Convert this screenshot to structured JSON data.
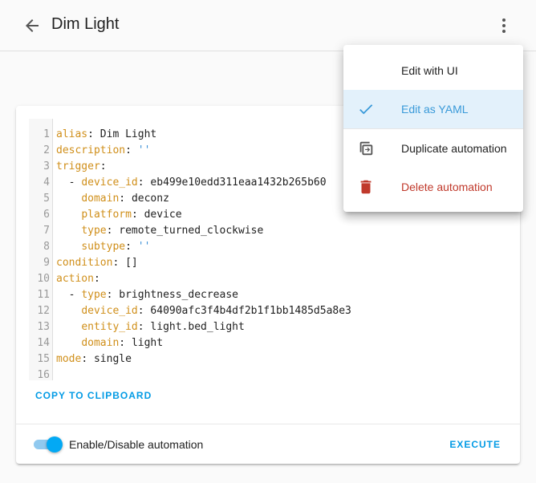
{
  "header": {
    "title": "Dim Light",
    "back_icon": "arrow-left-icon",
    "menu_icon": "dots-vertical-icon"
  },
  "editor": {
    "line_numbers": [
      "1",
      "2",
      "3",
      "4",
      "5",
      "6",
      "7",
      "8",
      "9",
      "10",
      "11",
      "12",
      "13",
      "14",
      "15",
      "16"
    ],
    "lines": [
      [
        {
          "t": "key",
          "v": "alias"
        },
        {
          "t": "punct",
          "v": ": "
        },
        {
          "t": "val",
          "v": "Dim Light"
        }
      ],
      [
        {
          "t": "key",
          "v": "description"
        },
        {
          "t": "punct",
          "v": ": "
        },
        {
          "t": "str",
          "v": "''"
        }
      ],
      [
        {
          "t": "key",
          "v": "trigger"
        },
        {
          "t": "punct",
          "v": ":"
        }
      ],
      [
        {
          "t": "punct",
          "v": "  - "
        },
        {
          "t": "key",
          "v": "device_id"
        },
        {
          "t": "punct",
          "v": ": "
        },
        {
          "t": "val",
          "v": "eb499e10edd311eaa1432b265b60"
        }
      ],
      [
        {
          "t": "punct",
          "v": "    "
        },
        {
          "t": "key",
          "v": "domain"
        },
        {
          "t": "punct",
          "v": ": "
        },
        {
          "t": "val",
          "v": "deconz"
        }
      ],
      [
        {
          "t": "punct",
          "v": "    "
        },
        {
          "t": "key",
          "v": "platform"
        },
        {
          "t": "punct",
          "v": ": "
        },
        {
          "t": "val",
          "v": "device"
        }
      ],
      [
        {
          "t": "punct",
          "v": "    "
        },
        {
          "t": "key",
          "v": "type"
        },
        {
          "t": "punct",
          "v": ": "
        },
        {
          "t": "val",
          "v": "remote_turned_clockwise"
        }
      ],
      [
        {
          "t": "punct",
          "v": "    "
        },
        {
          "t": "key",
          "v": "subtype"
        },
        {
          "t": "punct",
          "v": ": "
        },
        {
          "t": "str",
          "v": "''"
        }
      ],
      [
        {
          "t": "key",
          "v": "condition"
        },
        {
          "t": "punct",
          "v": ": "
        },
        {
          "t": "val",
          "v": "[]"
        }
      ],
      [
        {
          "t": "key",
          "v": "action"
        },
        {
          "t": "punct",
          "v": ":"
        }
      ],
      [
        {
          "t": "punct",
          "v": "  - "
        },
        {
          "t": "key",
          "v": "type"
        },
        {
          "t": "punct",
          "v": ": "
        },
        {
          "t": "val",
          "v": "brightness_decrease"
        }
      ],
      [
        {
          "t": "punct",
          "v": "    "
        },
        {
          "t": "key",
          "v": "device_id"
        },
        {
          "t": "punct",
          "v": ": "
        },
        {
          "t": "val",
          "v": "64090afc3f4b4df2b1f1bb1485d5a8e3"
        }
      ],
      [
        {
          "t": "punct",
          "v": "    "
        },
        {
          "t": "key",
          "v": "entity_id"
        },
        {
          "t": "punct",
          "v": ": "
        },
        {
          "t": "val",
          "v": "light.bed_light"
        }
      ],
      [
        {
          "t": "punct",
          "v": "    "
        },
        {
          "t": "key",
          "v": "domain"
        },
        {
          "t": "punct",
          "v": ": "
        },
        {
          "t": "val",
          "v": "light"
        }
      ],
      [
        {
          "t": "key",
          "v": "mode"
        },
        {
          "t": "punct",
          "v": ": "
        },
        {
          "t": "val",
          "v": "single"
        }
      ],
      []
    ]
  },
  "card": {
    "copy_label": "COPY TO CLIPBOARD",
    "toggle_label": "Enable/Disable automation",
    "toggle_on": true,
    "execute_label": "EXECUTE"
  },
  "menu": {
    "items": [
      {
        "label": "Edit with UI",
        "icon": "",
        "selected": false
      },
      {
        "label": "Edit as YAML",
        "icon": "check-icon",
        "selected": true
      },
      {
        "label": "Duplicate automation",
        "icon": "duplicate-icon",
        "selected": false
      },
      {
        "label": "Delete automation",
        "icon": "trash-icon",
        "selected": false
      }
    ]
  },
  "colors": {
    "accent": "#03a9f4",
    "yaml_key": "#d08f1a",
    "yaml_string": "#3b8fd6",
    "danger": "#c0392b",
    "selected_bg": "#e3f1fb"
  }
}
